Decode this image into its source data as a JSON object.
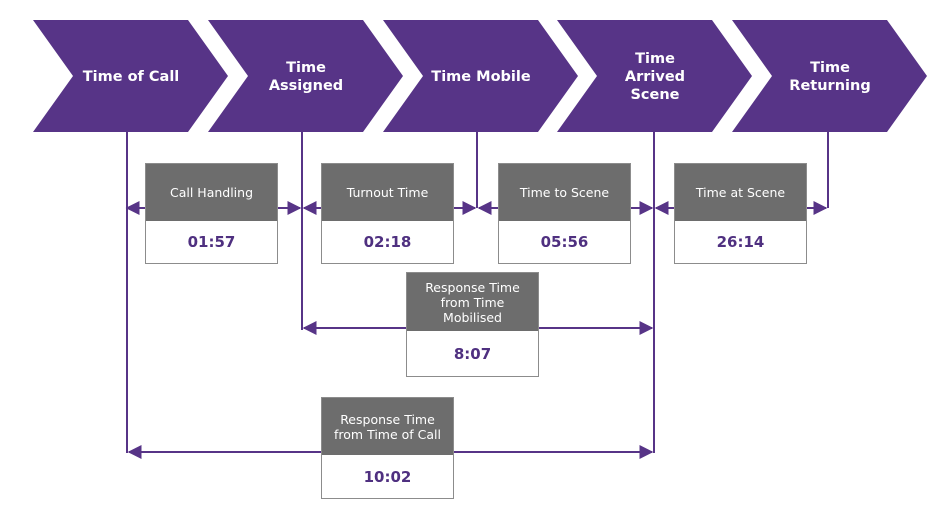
{
  "colors": {
    "chevron": "#573487",
    "line": "#573487",
    "header": "#6d6d6d",
    "value": "#4f3080",
    "border": "#8c8c8c"
  },
  "stages": [
    {
      "label_lines": [
        "Time of Call"
      ]
    },
    {
      "label_lines": [
        "Time",
        "Assigned"
      ]
    },
    {
      "label_lines": [
        "Time Mobile"
      ]
    },
    {
      "label_lines": [
        "Time",
        "Arrived",
        "Scene"
      ]
    },
    {
      "label_lines": [
        "Time",
        "Returning"
      ]
    }
  ],
  "intervals": [
    {
      "label": "Call Handling",
      "value": "01:57"
    },
    {
      "label": "Turnout Time",
      "value": "02:18"
    },
    {
      "label": "Time to Scene",
      "value": "05:56"
    },
    {
      "label": "Time at Scene",
      "value": "26:14"
    }
  ],
  "response_mobilised": {
    "label": "Response Time from Time Mobilised",
    "value": "8:07"
  },
  "response_call": {
    "label": "Response Time from Time of Call",
    "value": "10:02"
  }
}
